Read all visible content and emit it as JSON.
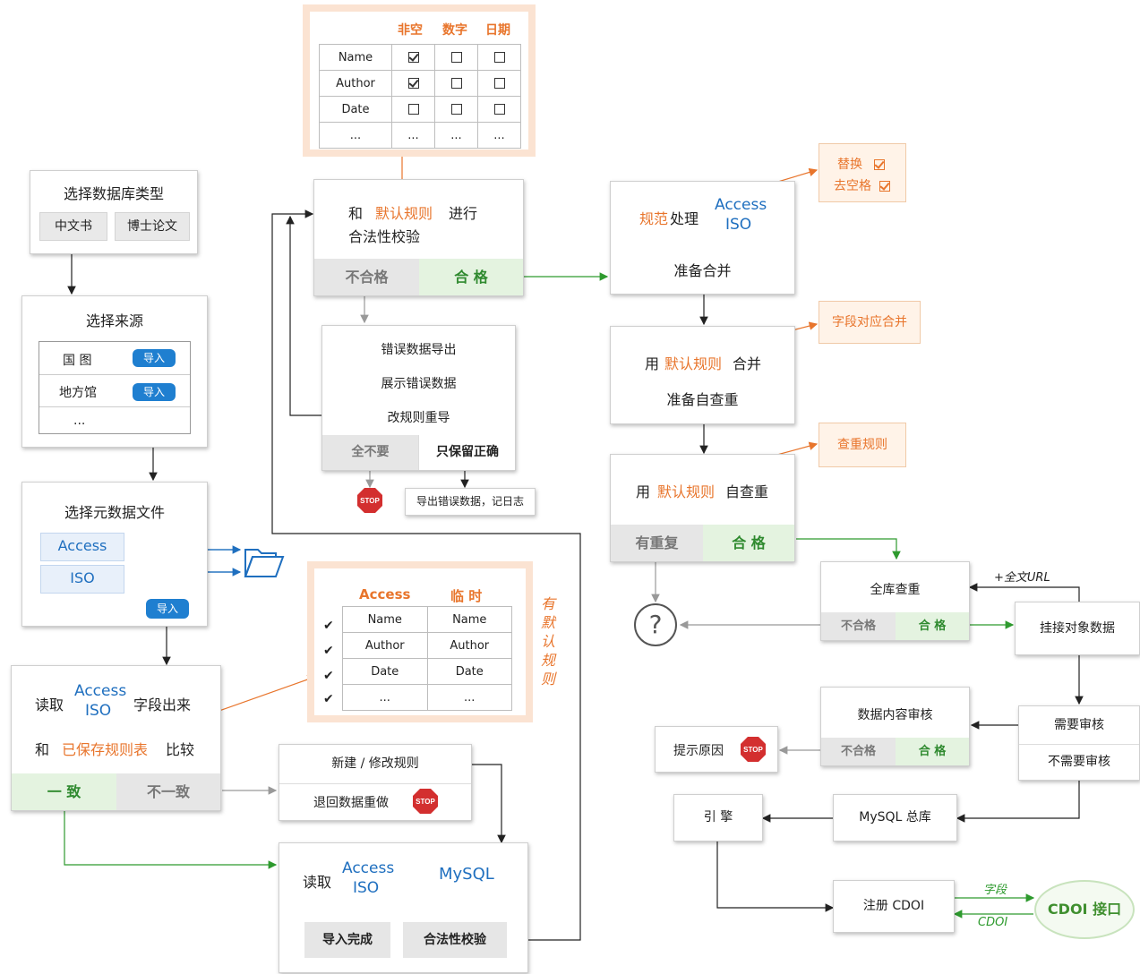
{
  "db_type": {
    "title": "选择数据库类型",
    "options": [
      "中文书",
      "博士论文"
    ]
  },
  "source": {
    "title": "选择来源",
    "rows": [
      {
        "label": "国 图",
        "btn": "导入"
      },
      {
        "label": "地方馆",
        "btn": "导入"
      },
      {
        "label": "...",
        "btn": ""
      }
    ]
  },
  "meta_file": {
    "title": "选择元数据文件",
    "access": "Access",
    "iso": "ISO",
    "btn": "导入"
  },
  "read_box": {
    "read": "读取",
    "access": "Access",
    "iso": "ISO",
    "tail": "字段出来",
    "and": "和",
    "saved_rules": "已保存规则表",
    "compare": "比较",
    "ok": "一 致",
    "bad": "不一致"
  },
  "rule_edit": {
    "new": "新建 / 修改规则",
    "back": "退回数据重做"
  },
  "import_box": {
    "read": "读取",
    "access": "Access",
    "iso": "ISO",
    "mysql": "MySQL",
    "done": "导入完成",
    "check": "合法性校验"
  },
  "mapping_table": {
    "headers": [
      "Access",
      "临 时"
    ],
    "rows": [
      [
        "Name",
        "Name"
      ],
      [
        "Author",
        "Author"
      ],
      [
        "Date",
        "Date"
      ],
      [
        "...",
        "..."
      ]
    ],
    "side_note": "有默认规则"
  },
  "top_table": {
    "headers": [
      "非空",
      "数字",
      "日期"
    ],
    "rows": [
      {
        "name": "Name",
        "v": [
          true,
          false,
          false
        ]
      },
      {
        "name": "Author",
        "v": [
          true,
          false,
          false
        ]
      },
      {
        "name": "Date",
        "v": [
          false,
          false,
          false
        ]
      },
      {
        "name": "...",
        "v": null
      }
    ],
    "ellipsis": "..."
  },
  "validate_box": {
    "and": "和",
    "default_rules": "默认规则",
    "proceed": "进行",
    "legality": "合法性校验",
    "bad": "不合格",
    "ok": "合 格"
  },
  "error_box": {
    "export": "错误数据导出",
    "show": "展示错误数据",
    "redo": "改规则重导",
    "none": "全不要",
    "keep": "只保留正确"
  },
  "export_log": "导出错误数据，记日志",
  "normalize": {
    "norm": "规范",
    "process": "处理",
    "access": "Access",
    "iso": "ISO",
    "merge": "准备合并"
  },
  "replace_note": {
    "replace": "替换",
    "trim": "去空格"
  },
  "merge_box": {
    "use": "用",
    "default_rules": "默认规则",
    "merge": "合并",
    "self": "准备自查重"
  },
  "field_note": "字段对应合并",
  "dedup_box": {
    "use": "用",
    "default_rules": "默认规则",
    "dedup": "自查重",
    "dup": "有重复",
    "ok": "合 格"
  },
  "dedup_note": "查重规则",
  "full_dedup": {
    "title": "全库查重",
    "bad": "不合格",
    "ok": "合 格"
  },
  "fulltext_url": "+全文URL",
  "attach": "挂接对象数据",
  "audit": {
    "title": "数据内容审核",
    "bad": "不合格",
    "ok": "合 格"
  },
  "need_audit": "需要审核",
  "no_audit": "不需要审核",
  "reason": "提示原因",
  "engine": "引 擎",
  "mysql_db": "MySQL 总库",
  "register": "注册 CDOI",
  "cdoi": "CDOI 接口",
  "field_lbl": "字段",
  "cdoi_lbl": "CDOI",
  "question": "?",
  "stop": "STOP"
}
